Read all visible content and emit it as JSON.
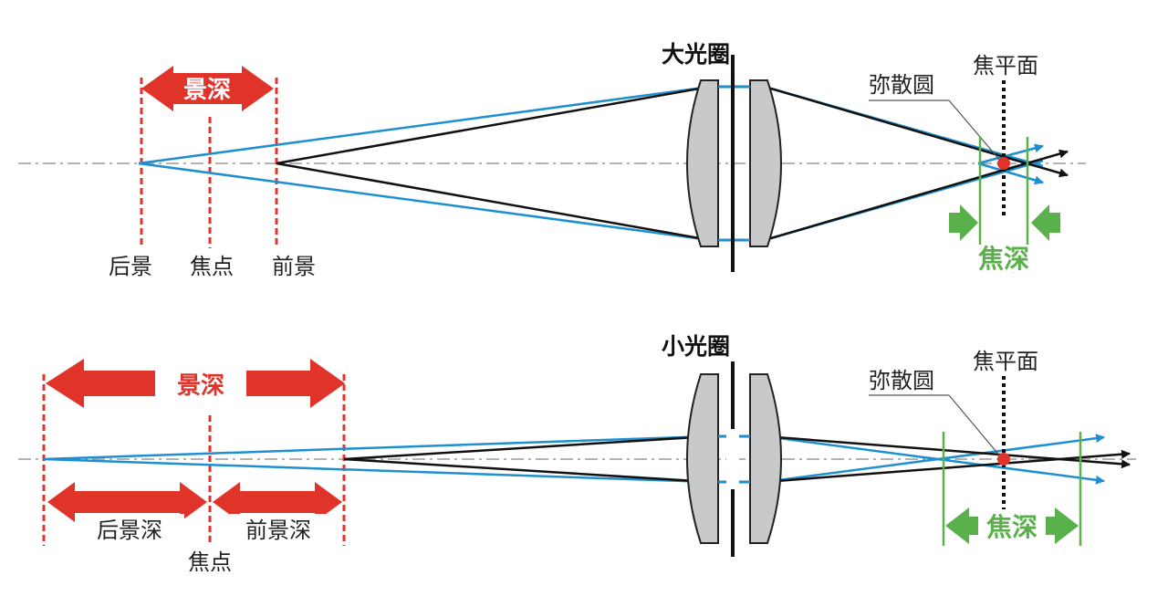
{
  "colors": {
    "red": "#e0342b",
    "green": "#5ab04a",
    "blue": "#1e8fd0",
    "ray_black": "#111111",
    "lens_fill": "#c8c9cb"
  },
  "top": {
    "aperture": "大光圈",
    "depth_of_field": "景深",
    "background": "后景",
    "focus_point": "焦点",
    "foreground": "前景",
    "circle_of_confusion": "弥散圆",
    "focal_plane": "焦平面",
    "depth_of_focus": "焦深"
  },
  "bottom": {
    "aperture": "小光圈",
    "depth_of_field": "景深",
    "rear_dof": "后景深",
    "front_dof": "前景深",
    "focus_point": "焦点",
    "circle_of_confusion": "弥散圆",
    "focal_plane": "焦平面",
    "depth_of_focus": "焦深"
  }
}
